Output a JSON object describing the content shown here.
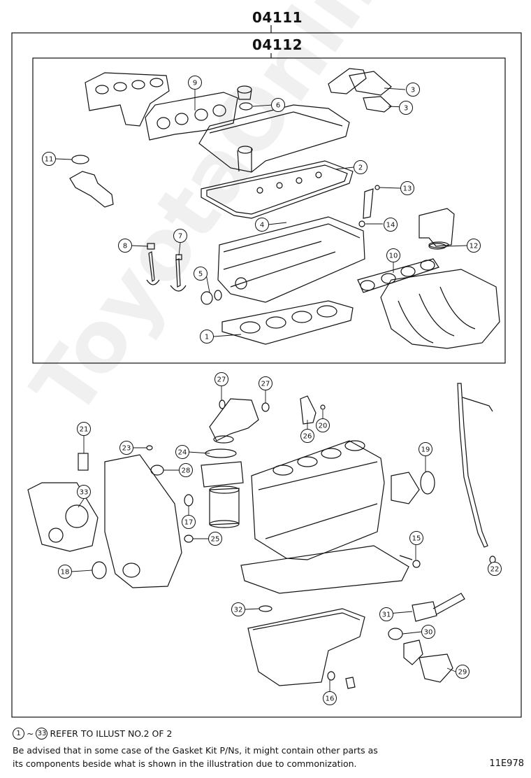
{
  "header": {
    "outer_part_number": "04111",
    "inner_part_number": "04112"
  },
  "watermark": "ToyotaOnline.ru",
  "callouts": [
    "1",
    "2",
    "3",
    "3",
    "4",
    "5",
    "6",
    "7",
    "8",
    "9",
    "10",
    "11",
    "12",
    "13",
    "14",
    "15",
    "16",
    "17",
    "18",
    "19",
    "20",
    "21",
    "22",
    "23",
    "24",
    "25",
    "26",
    "27",
    "27",
    "28",
    "29",
    "30",
    "31",
    "32",
    "33"
  ],
  "footer": {
    "ref_start": "1",
    "ref_tilde": "~",
    "ref_end": "33",
    "refer_text": "REFER TO ILLUST NO.2 OF 2",
    "advice_line1": "Be advised that in some case of the Gasket Kit P/Ns,  it might contain other parts as",
    "advice_line2": "its components beside what is shown in the illustration due to commonization.",
    "illustration_code": "11E978"
  }
}
